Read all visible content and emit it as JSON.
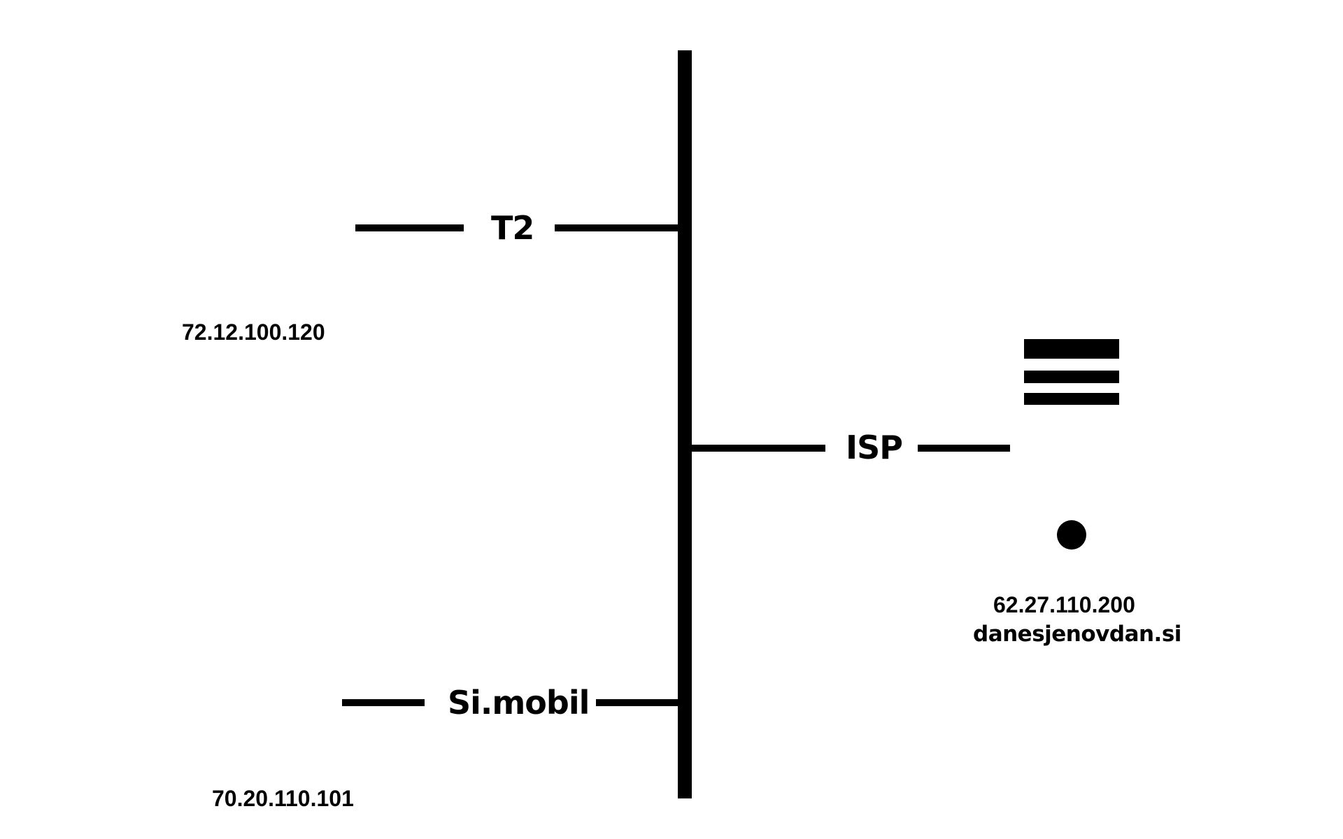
{
  "diagram": {
    "nodes": {
      "t2": {
        "label": "T2",
        "ip": "72.12.100.120"
      },
      "simobil": {
        "label": "Si.mobil",
        "ip": "70.20.110.101"
      },
      "isp": {
        "label": "ISP"
      },
      "server": {
        "ip": "62.27.110.200",
        "domain": "danesjenovdan.si"
      }
    },
    "icons": {
      "server": "server-stack-icon",
      "endpoint": "dot-icon"
    },
    "colors": {
      "stroke": "#000000",
      "background": "#ffffff"
    }
  }
}
